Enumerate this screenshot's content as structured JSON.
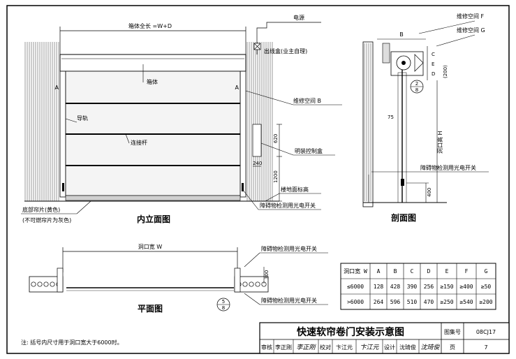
{
  "elevation": {
    "title": "内立面图",
    "overall_width_label": "箱体全长 =W+D",
    "power_label": "电源",
    "junction_box_label": "出线盒(业主自理)",
    "box_label": "箱体",
    "service_b_label": "维修空间 B",
    "guide_rail_label": "导轨",
    "connecting_rod_label": "连接杆",
    "control_box_label": "明装控制盒",
    "floor_label": "楼地面标高",
    "bottom_curtain_label": "底部帘片(黄色)",
    "bottom_curtain_note": "(不可燃帘片为灰色)",
    "photo_switch_label": "障碍物检测用光电开关",
    "section_mark_left": "A",
    "section_mark_right": "A",
    "dim_620": "620",
    "dim_240": "240",
    "dim_1200": "1200"
  },
  "section": {
    "title": "剖面图",
    "service_f_label": "维修空间 F",
    "service_g_label": "维修空间 G",
    "dim_b": "B",
    "dim_c": "C",
    "dim_e": "E",
    "dim_d": "D",
    "dim_200": "(200)",
    "dim_75": "75",
    "dim_400": "400",
    "opening_height_label": "洞口高 H",
    "photo_switch_label": "障碍物检测用光电开关",
    "ref_top": "2",
    "ref_bottom": "8"
  },
  "plan": {
    "title": "平面图",
    "opening_width_label": "洞口宽 W",
    "photo_switch_top": "障碍物检测用光电开关",
    "photo_switch_bottom": "障碍物检测用光电开关",
    "dim_300": "300",
    "ref_top": "5",
    "ref_bottom": "8"
  },
  "spec_table": {
    "headers": [
      "洞口宽 W",
      "A",
      "B",
      "C",
      "D",
      "E",
      "F",
      "G"
    ],
    "rows": [
      [
        "≤6000",
        "128",
        "428",
        "390",
        "256",
        "≥150",
        "≥400",
        "≥50"
      ],
      [
        ">6000",
        "264",
        "596",
        "510",
        "470",
        "≥250",
        "≥540",
        "≥200"
      ]
    ]
  },
  "note": "注: 括号内尺寸用于洞口宽大于6000时。",
  "title_block": {
    "drawing_title": "快速软帘卷门安装示意图",
    "atlas_label": "图集号",
    "atlas_no": "08CJ17",
    "review_label": "审核",
    "reviewer": "李正刚",
    "reviewer_sig": "李正刚",
    "check_label": "校对",
    "checker": "卞江元",
    "checker_sig": "卞江元",
    "design_label": "设计",
    "designer": "沈琦俊",
    "designer_sig": "沈琦俊",
    "page_label": "页",
    "page_no": "7"
  }
}
